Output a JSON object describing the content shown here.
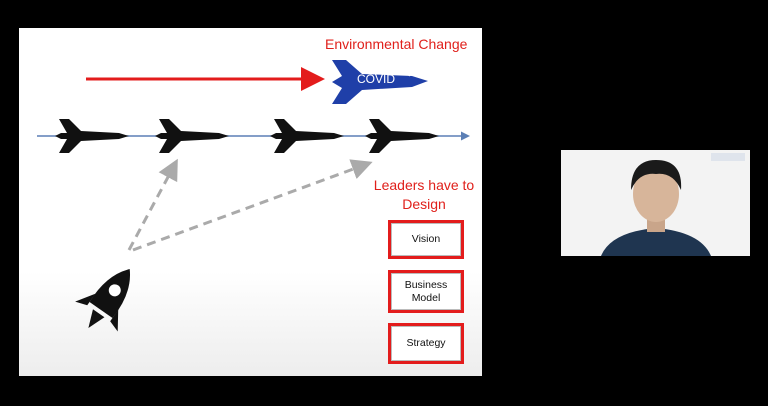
{
  "slide": {
    "title": "Environmental Change",
    "covid_label": "COVID",
    "leaders_text": "Leaders have to Design",
    "boxes": [
      "Vision",
      "Business Model",
      "Strategy"
    ],
    "colors": {
      "accent_red": "#e0201b",
      "covid_blue": "#1f3fa8",
      "jet_black": "#111111",
      "timeline_blue": "#5b7fb5"
    }
  },
  "participant_video": {
    "icon": "person-webcam-feed"
  }
}
